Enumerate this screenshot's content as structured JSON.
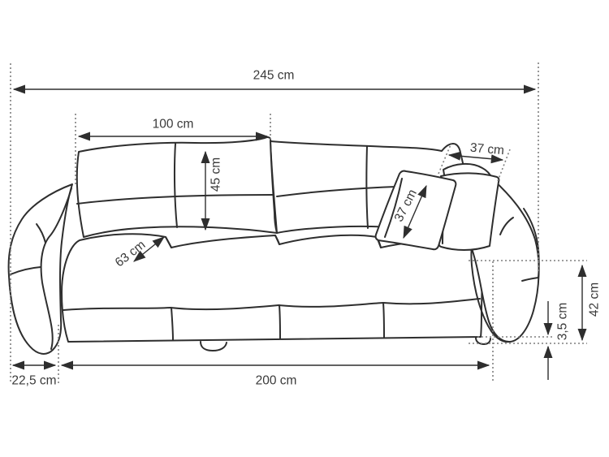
{
  "diagram": {
    "subject": "sofa-front-view-dimension-diagram",
    "unit": "cm",
    "line_color": "#2e2e2e",
    "guide_color": "#7f7f7f",
    "text_color": "#3a3a3a",
    "background_color": "#ffffff"
  },
  "dimensions": {
    "total_width": {
      "label": "245 cm",
      "value": 245
    },
    "back_cushion_width": {
      "label": "100 cm",
      "value": 100
    },
    "back_cushion_height": {
      "label": "45 cm",
      "value": 45
    },
    "seat_depth": {
      "label": "63 cm",
      "value": 63
    },
    "pillow_width": {
      "label": "37 cm",
      "value": 37
    },
    "pillow_height": {
      "label": "37 cm",
      "value": 37
    },
    "armrest_width": {
      "label": "22,5 cm",
      "value": 22.5
    },
    "seat_width": {
      "label": "200 cm",
      "value": 200
    },
    "armrest_height": {
      "label": "42 cm",
      "value": 42
    },
    "ground_clearance": {
      "label": "3,5 cm",
      "value": 3.5
    }
  }
}
